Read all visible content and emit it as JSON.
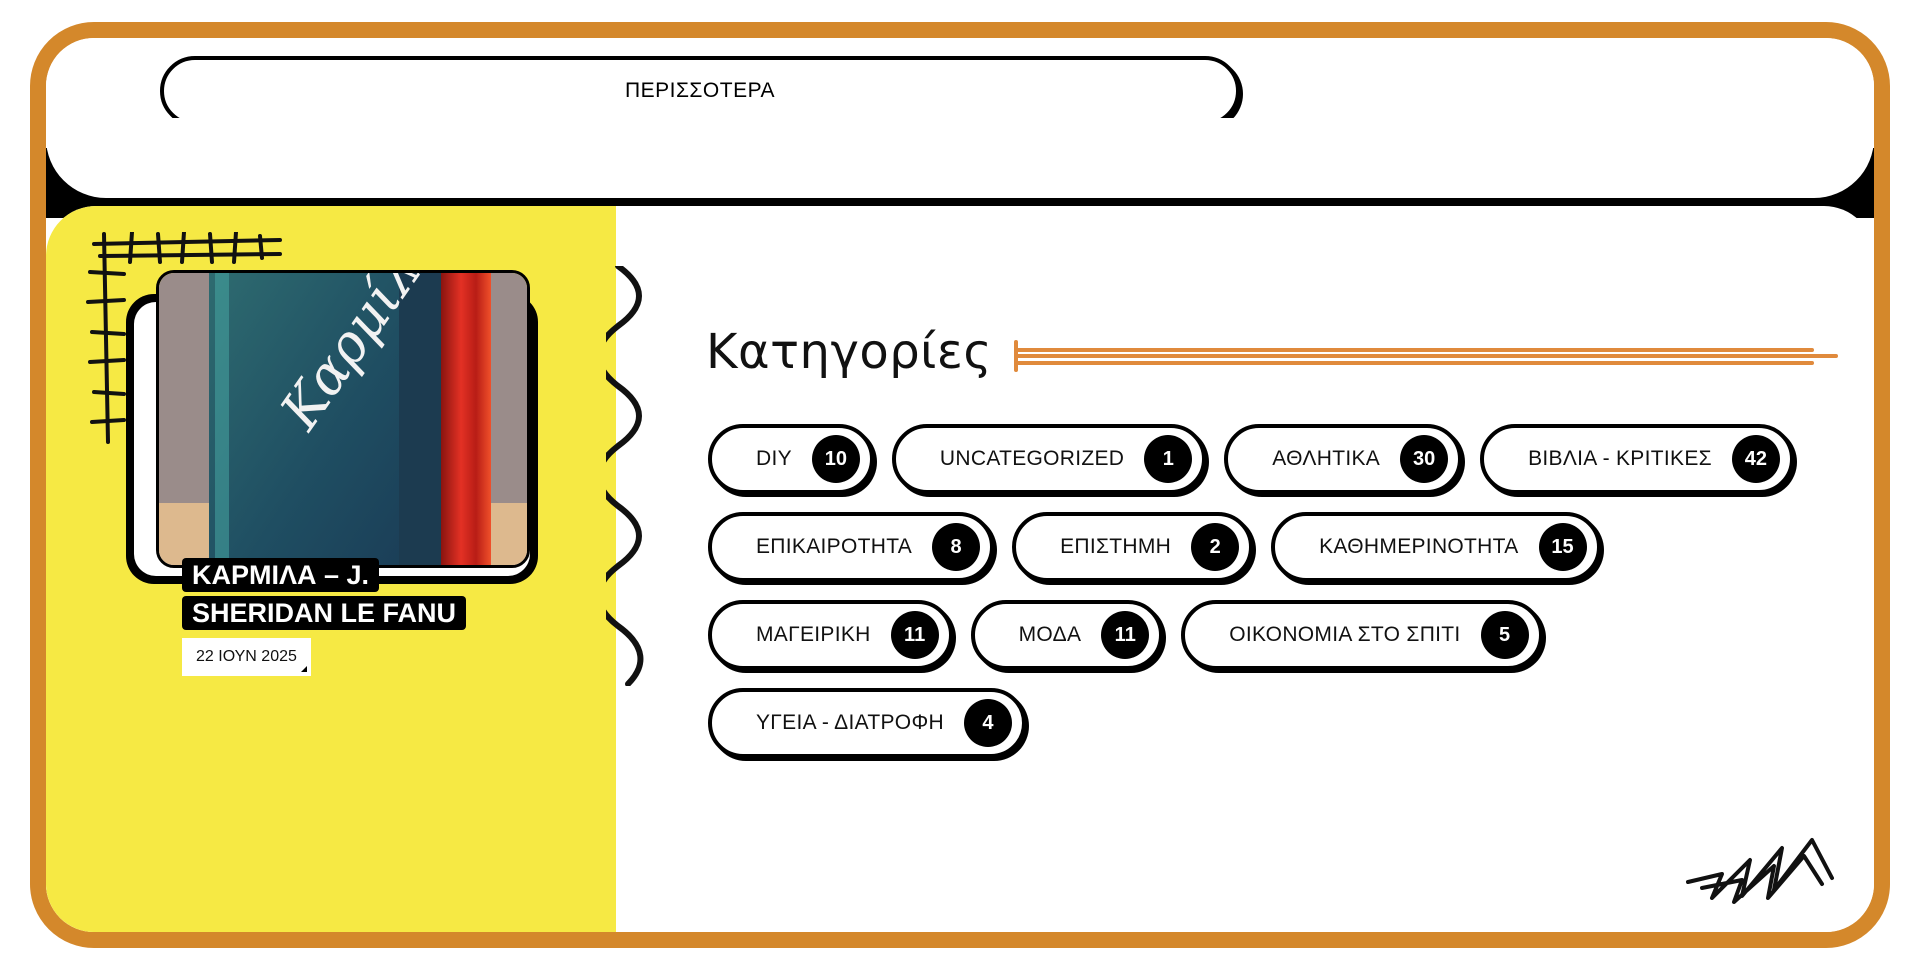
{
  "header": {
    "more_label": "ΠΕΡΙΣΣΟΤΕΡΑ"
  },
  "post": {
    "image_text": "Καρμίλα",
    "title_line1": "ΚΑΡΜΙΛΑ – J.",
    "title_line2": "SHERIDAN LE FANU",
    "date": "22 ΙΟΥΝ 2025"
  },
  "categories": {
    "title": "Κατηγορίες",
    "rows": [
      [
        {
          "label": "DIY",
          "count": "10"
        },
        {
          "label": "UNCATEGORIZED",
          "count": "1"
        },
        {
          "label": "ΑΘΛΗΤΙΚΑ",
          "count": "30"
        },
        {
          "label": "ΒΙΒΛΙΑ - ΚΡΙΤΙΚΕΣ",
          "count": "42"
        }
      ],
      [
        {
          "label": "ΕΠΙΚΑΙΡΟΤΗΤΑ",
          "count": "8"
        },
        {
          "label": "ΕΠΙΣΤΗΜΗ",
          "count": "2"
        },
        {
          "label": "ΚΑΘΗΜΕΡΙΝΟΤΗΤΑ",
          "count": "15"
        }
      ],
      [
        {
          "label": "ΜΑΓΕΙΡΙΚΗ",
          "count": "11"
        },
        {
          "label": "ΜΟΔΑ",
          "count": "11"
        },
        {
          "label": "ΟΙΚΟΝΟΜΙΑ ΣΤΟ ΣΠΙΤΙ",
          "count": "5"
        }
      ],
      [
        {
          "label": "ΥΓΕΙΑ - ΔΙΑΤΡΟΦΗ",
          "count": "4"
        }
      ]
    ]
  },
  "colors": {
    "frame": "#d4882b",
    "accent_line": "#e08a3c",
    "yellow": "#f6e944",
    "black": "#000000"
  }
}
